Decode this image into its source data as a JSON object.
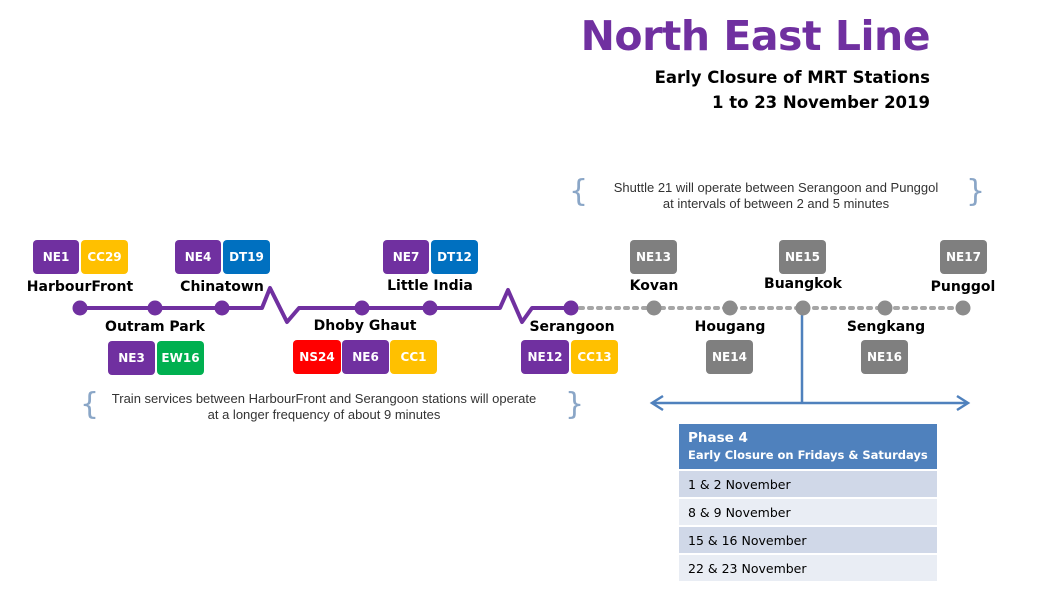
{
  "header": {
    "title": "North East Line",
    "subtitle1": "Early Closure of MRT Stations",
    "subtitle2": "1 to 23 November 2019"
  },
  "colors": {
    "ne_line": "#7030a0",
    "ne_closed": "#7f7f7f",
    "circle_line": "#ffc000",
    "downtown_line": "#0070c0",
    "east_west_line": "#00b050",
    "north_south_line": "#ff0000",
    "phase_header": "#4f81bd",
    "arrow": "#4f81bd"
  },
  "stations": {
    "harbourfront": {
      "name": "HarbourFront",
      "code": "NE1",
      "interchange": "CC29"
    },
    "outram_park": {
      "name": "Outram Park",
      "code": "NE3",
      "interchange": "EW16"
    },
    "chinatown": {
      "name": "Chinatown",
      "code": "NE4",
      "interchange": "DT19"
    },
    "dhoby_ghaut": {
      "name": "Dhoby Ghaut",
      "code": "NE6",
      "interchange1": "NS24",
      "interchange2": "CC1"
    },
    "little_india": {
      "name": "Little India",
      "code": "NE7",
      "interchange": "DT12"
    },
    "serangoon": {
      "name": "Serangoon",
      "code": "NE12",
      "interchange": "CC13"
    },
    "kovan": {
      "name": "Kovan",
      "code": "NE13"
    },
    "hougang": {
      "name": "Hougang",
      "code": "NE14"
    },
    "buangkok": {
      "name": "Buangkok",
      "code": "NE15"
    },
    "sengkang": {
      "name": "Sengkang",
      "code": "NE16"
    },
    "punggol": {
      "name": "Punggol",
      "code": "NE17"
    }
  },
  "notes": {
    "shuttle_line1": "Shuttle 21 will operate between Serangoon and Punggol",
    "shuttle_line2": "at intervals of between 2 and 5 minutes",
    "train_line1": "Train services between HarbourFront and Serangoon stations will operate",
    "train_line2": "at a longer frequency of about 9 minutes"
  },
  "phase": {
    "title": "Phase 4",
    "subtitle": "Early Closure on  Fridays & Saturdays",
    "dates": [
      "1 & 2 November",
      "8 & 9 November",
      "15 & 16 November",
      "22 & 23 November"
    ]
  }
}
